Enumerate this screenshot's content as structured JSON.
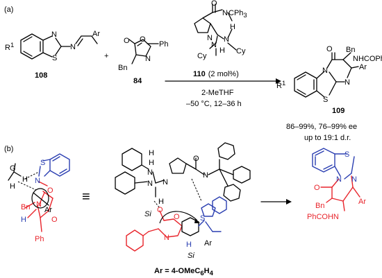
{
  "panel_a": {
    "label": "(a)",
    "reactant1": {
      "number": "108",
      "r1": "R",
      "r1_sup": "1",
      "s": "S",
      "n1": "N",
      "n2": "N",
      "ar": "Ar"
    },
    "plus": "+",
    "reactant2": {
      "number": "84",
      "o1": "O",
      "o2": "O",
      "n": "N",
      "ph": "Ph",
      "bn": "Bn"
    },
    "catalyst": {
      "cph3": "CPh",
      "cph3_sub": "3",
      "n_top": "N",
      "h_top": "H",
      "n_mid": "N",
      "cy1": "Cy",
      "n_low": "N",
      "h_low": "H",
      "cy2": "Cy",
      "n_ring": "N",
      "o": "O"
    },
    "conditions": {
      "cat_number": "110",
      "cat_loading": "(2 mol%)",
      "solvent": "2-MeTHF",
      "temp_time": "–50 °C, 12–36 h"
    },
    "product": {
      "number": "109",
      "bn": "Bn",
      "nhcoph": "NHCOPh",
      "ar": "Ar",
      "r1": "R",
      "r1_sup": "1",
      "o": "O",
      "s": "S",
      "n1": "N",
      "n2": "N"
    },
    "yield": "86–99%, 76–99% ee",
    "dr": "up to 19:1 d.r."
  },
  "panel_b": {
    "label": "(b)",
    "left_model": {
      "g": "G",
      "h1": "H",
      "h2": "H",
      "s": "S",
      "n_top": "N",
      "o_top": "O",
      "bn": "Bn",
      "n_mid": "N",
      "h_red": "H",
      "ar": "Ar",
      "o_ring": "O",
      "ph": "Ph"
    },
    "equiv": "≡",
    "ts": {
      "h1": "H",
      "n1": "N",
      "n2": "N",
      "n3": "N",
      "n4": "N",
      "n5": "N",
      "h2": "H",
      "o1": "O",
      "o2": "O",
      "o3": "O",
      "si1": "Si",
      "si2": "Si",
      "h3": "H",
      "ar": "Ar",
      "s": "S",
      "h4": "H"
    },
    "ar_def": "Ar = 4-OMeC",
    "ar_def_sub1": "6",
    "ar_def_h": "H",
    "ar_def_sub2": "4",
    "product": {
      "s": "S",
      "n1": "N",
      "n2": "N",
      "o": "O",
      "bn": "Bn",
      "ar": "Ar",
      "phcohn": "PhCOHN"
    }
  }
}
